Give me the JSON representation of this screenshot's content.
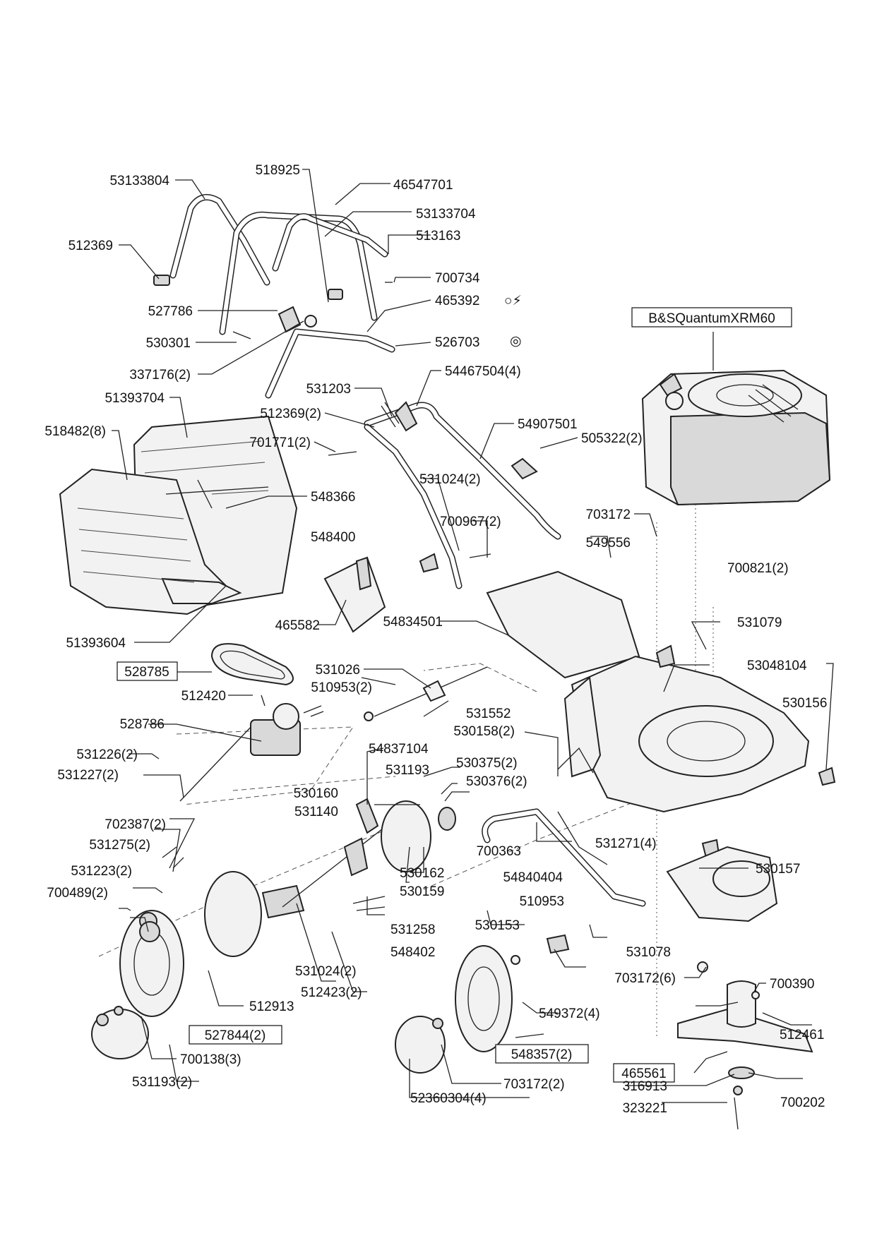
{
  "engine_label": "B&SQuantumXRM60",
  "boxed_labels": [
    "528785",
    "527844(2)",
    "548357(2)",
    "465561"
  ],
  "symbols": {
    "handle_control": "○⚡",
    "handle_cable": "◎"
  },
  "labels": [
    "53133804",
    "518925",
    "46547701",
    "53133704",
    "512369",
    "513163",
    "700734",
    "527786",
    "465392",
    "530301",
    "526703",
    "337176(2)",
    "531203",
    "54467504(4)",
    "51393704",
    "512369(2)",
    "54907501",
    "518482(8)",
    "701771(2)",
    "505322(2)",
    "548366",
    "531024(2)",
    "700967(2)",
    "703172",
    "548400",
    "549556",
    "700821(2)",
    "465582",
    "54834501",
    "531079",
    "51393604",
    "53048104",
    "531026",
    "510953(2)",
    "512420",
    "531552",
    "530156",
    "530158(2)",
    "528786",
    "54837104",
    "531226(2)",
    "531193",
    "530375(2)",
    "531227(2)",
    "530376(2)",
    "530160",
    "531140",
    "702387(2)",
    "531275(2)",
    "700363",
    "531271(4)",
    "531223(2)",
    "530162",
    "54840404",
    "530157",
    "700489(2)",
    "530159",
    "510953",
    "531258",
    "530153",
    "548402",
    "531078",
    "531024(2)",
    "512423(2)",
    "703172(6)",
    "700390",
    "512913",
    "549372(4)",
    "512461",
    "700138(3)",
    "703172(2)",
    "316913",
    "700202",
    "531193(2)",
    "323221",
    "52360304(4)"
  ]
}
